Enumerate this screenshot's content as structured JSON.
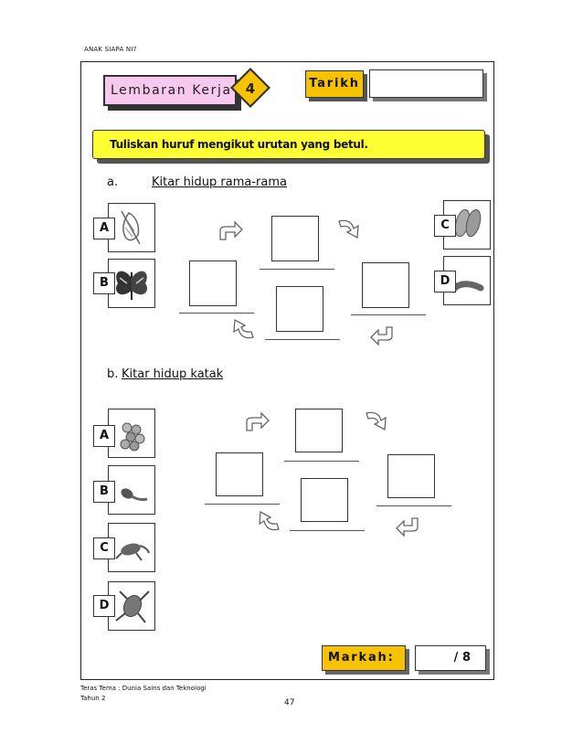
{
  "header": {
    "title": "ANAK SIAPA NI?"
  },
  "worksheet": {
    "label": "Lembaran Kerja",
    "number": "4",
    "date_label": "Tarikh",
    "instruction": "Tuliskan huruf mengikut urutan yang betul."
  },
  "section_a": {
    "letter": "a.",
    "title": "Kitar hidup rama-rama",
    "cards": [
      {
        "letter": "A",
        "icon": "chrysalis-icon"
      },
      {
        "letter": "B",
        "icon": "butterfly-icon"
      },
      {
        "letter": "C",
        "icon": "eggs-icon"
      },
      {
        "letter": "D",
        "icon": "caterpillar-icon"
      }
    ]
  },
  "section_b": {
    "letter": "b.",
    "title": "Kitar hidup katak",
    "cards": [
      {
        "letter": "A",
        "icon": "frog-eggs-icon"
      },
      {
        "letter": "B",
        "icon": "tadpole-icon"
      },
      {
        "letter": "C",
        "icon": "froglet-icon"
      },
      {
        "letter": "D",
        "icon": "frog-icon"
      }
    ]
  },
  "marks": {
    "label": "Markah:",
    "value": "/  8"
  },
  "footer": {
    "line1": "Teras Tema : Dunia Sains dan Teknologi",
    "line2": "Tahun 2",
    "page": "47"
  },
  "colors": {
    "pink": "#f7c9ef",
    "gold": "#f7c300",
    "yellow": "#ffff33"
  }
}
